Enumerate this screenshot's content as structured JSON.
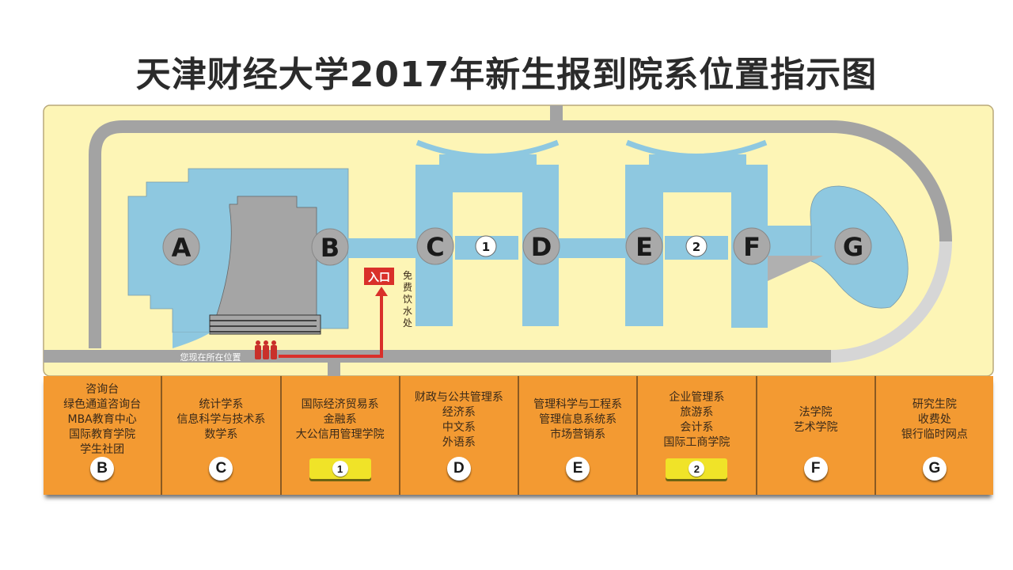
{
  "title": "天津财经大学2017年新生报到院系位置指示图",
  "map": {
    "buildings": [
      {
        "id": "A",
        "label": "A"
      },
      {
        "id": "B",
        "label": "B"
      },
      {
        "id": "C",
        "label": "C"
      },
      {
        "id": "1",
        "label": "1"
      },
      {
        "id": "D",
        "label": "D"
      },
      {
        "id": "E",
        "label": "E"
      },
      {
        "id": "2",
        "label": "2"
      },
      {
        "id": "F",
        "label": "F"
      },
      {
        "id": "G",
        "label": "G"
      }
    ],
    "entrance_label": "入口",
    "water_label": "免费饮水处",
    "water_chars": [
      "免",
      "费",
      "饮",
      "水",
      "处"
    ],
    "you_are_here_label": "您现在所在位置",
    "colors": {
      "background": "#fdf5b6",
      "building": "#8ec8e0",
      "road": "#a3a3a3",
      "road_light": "#d6d6d6",
      "marker": "#a9a9a9",
      "entrance": "#d9302a",
      "route": "#d9302a",
      "panel": "#f39a32",
      "plate": "#f0e328"
    }
  },
  "legend": [
    {
      "lines": [
        "咨询台",
        "绿色通道咨询台",
        "MBA教育中心",
        "国际教育学院",
        "学生社团"
      ],
      "marker": "B",
      "type": "circle"
    },
    {
      "lines": [
        "统计学系",
        "信息科学与技术系",
        "数学系"
      ],
      "marker": "C",
      "type": "circle"
    },
    {
      "lines": [
        "国际经济贸易系",
        "金融系",
        "大公信用管理学院"
      ],
      "marker": "1",
      "type": "plate"
    },
    {
      "lines": [
        "财政与公共管理系",
        "经济系",
        "中文系",
        "外语系"
      ],
      "marker": "D",
      "type": "circle"
    },
    {
      "lines": [
        "管理科学与工程系",
        "管理信息系统系",
        "市场营销系"
      ],
      "marker": "E",
      "type": "circle"
    },
    {
      "lines": [
        "企业管理系",
        "旅游系",
        "会计系",
        "国际工商学院"
      ],
      "marker": "2",
      "type": "plate"
    },
    {
      "lines": [
        "法学院",
        "艺术学院"
      ],
      "marker": "F",
      "type": "circle"
    },
    {
      "lines": [
        "研究生院",
        "收费处",
        "银行临时网点"
      ],
      "marker": "G",
      "type": "circle"
    }
  ]
}
